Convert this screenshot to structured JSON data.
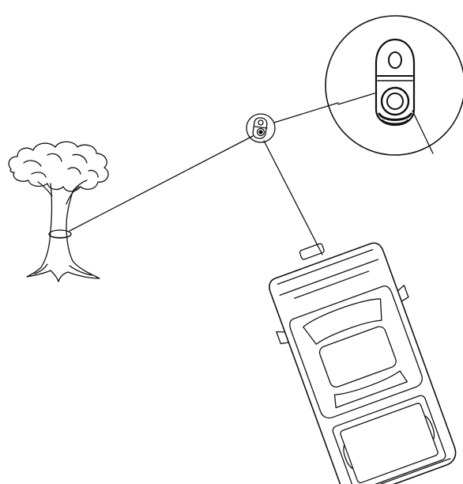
{
  "diagram": {
    "description_visible_text": [],
    "colors": {
      "background": "#ffffff",
      "stroke": "#111111"
    },
    "elements": [
      {
        "name": "tree",
        "icon": "tree-icon"
      },
      {
        "name": "tree-trunk-protector-strap",
        "icon": "strap-icon"
      },
      {
        "name": "snatch-block-pulley",
        "icon": "pulley-icon"
      },
      {
        "name": "pulley-detail-magnifier",
        "icon": "magnifier-icon"
      },
      {
        "name": "winch-cable",
        "icon": "cable-icon"
      },
      {
        "name": "vehicle-top-view",
        "icon": "truck-icon"
      }
    ]
  }
}
